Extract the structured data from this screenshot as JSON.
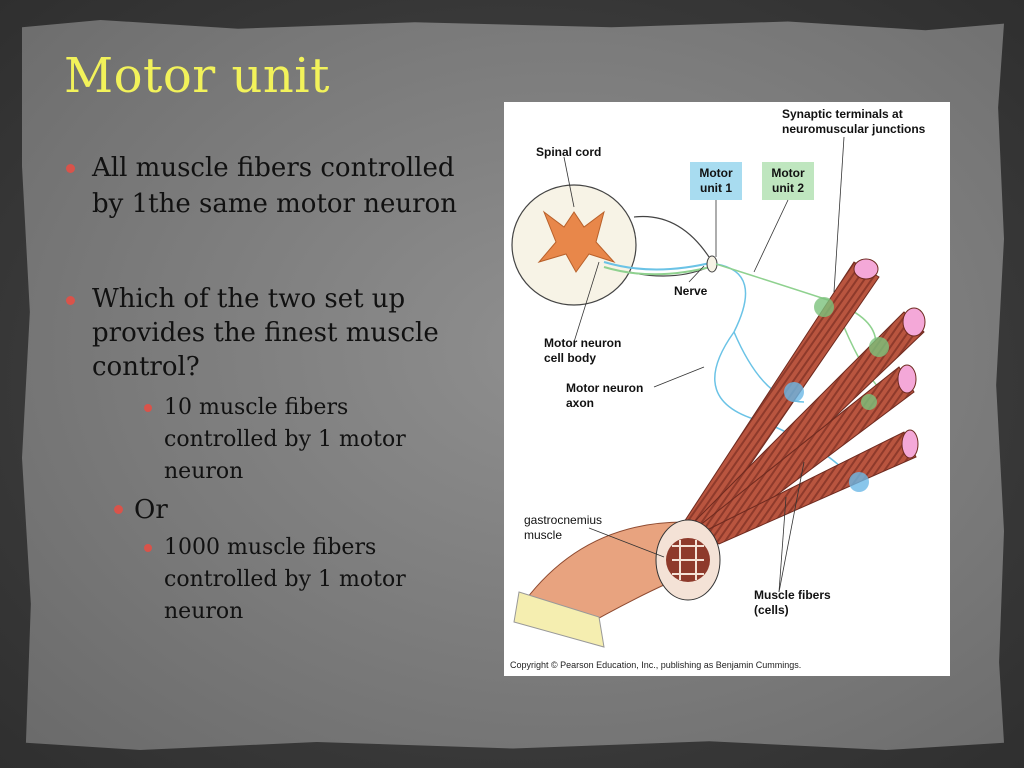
{
  "slide": {
    "title": "Motor unit",
    "bullets": [
      {
        "text": "All muscle fibers controlled by 1the same motor neuron"
      },
      {
        "text": "Which of the two set up provides the finest muscle control?"
      }
    ],
    "sub_bullets_a": [
      {
        "text": "10 muscle fibers controlled by 1 motor neuron"
      }
    ],
    "or_text": "Or",
    "sub_bullets_b": [
      {
        "text": "1000 muscle fibers controlled by 1 motor neuron"
      }
    ]
  },
  "diagram": {
    "labels": {
      "spinal_cord": "Spinal cord",
      "motor_unit_1_line1": "Motor",
      "motor_unit_1_line2": "unit 1",
      "motor_unit_2_line1": "Motor",
      "motor_unit_2_line2": "unit 2",
      "synaptic_line1": "Synaptic terminals at",
      "synaptic_line2": "neuromuscular junctions",
      "nerve": "Nerve",
      "cell_body_line1": "Motor neuron",
      "cell_body_line2": "cell body",
      "axon_line1": "Motor neuron",
      "axon_line2": "axon",
      "gastro_line1": "gastrocnemius",
      "gastro_line2": "muscle",
      "fibers_line1": "Muscle fibers",
      "fibers_line2": "(cells)"
    },
    "copyright": "Copyright © Pearson Education, Inc., publishing as Benjamin Cummings.",
    "colors": {
      "title": "#f2f25a",
      "bullet": "#d9534a",
      "motor_unit_1_box": "#a8dcf0",
      "motor_unit_2_box": "#bfe6bf",
      "fiber": "#b5523f",
      "gray_matter": "#e8874a"
    }
  }
}
